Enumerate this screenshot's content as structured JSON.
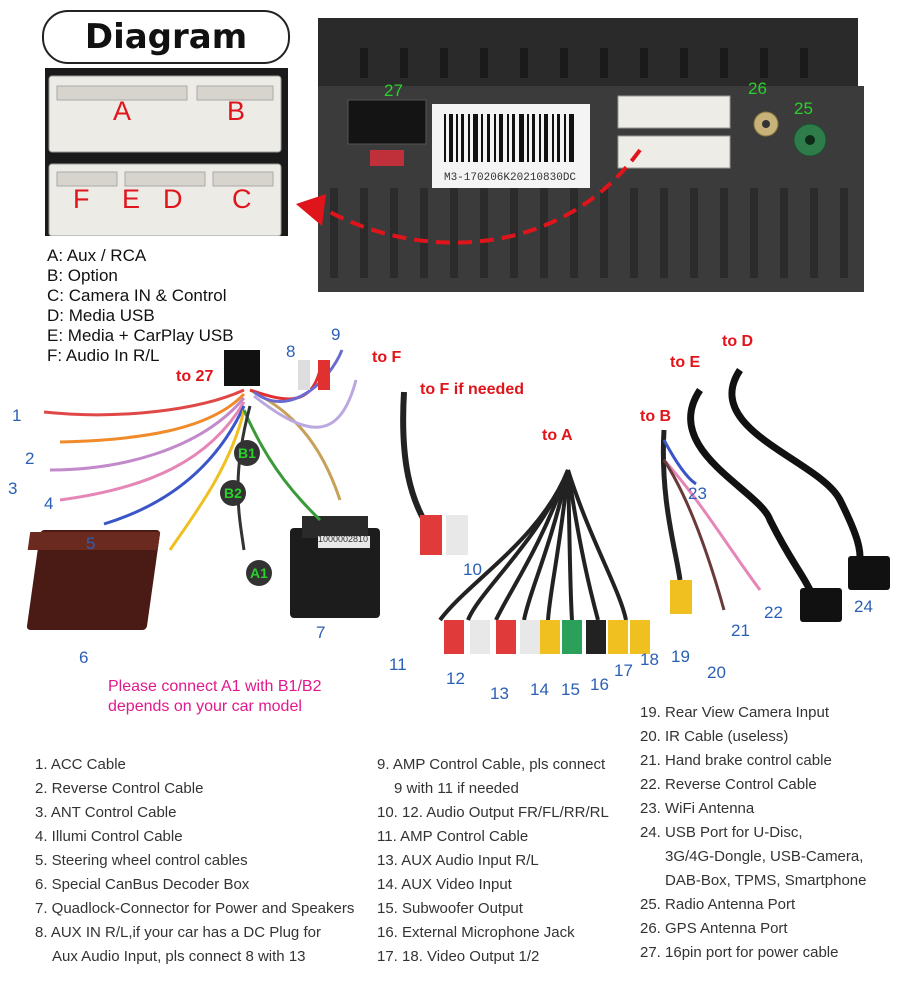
{
  "title": "Diagram",
  "connector_letters": [
    "A",
    "B",
    "F",
    "E",
    "D",
    "C"
  ],
  "legend": [
    "A: Aux / RCA",
    "B: Option",
    "C: Camera IN & Control",
    "D: Media USB",
    "E: Media + CarPlay USB",
    "F: Audio In R/L"
  ],
  "head_unit": {
    "port_27": "27",
    "port_26": "26",
    "port_25": "25",
    "serial": "M3-170206K20210830DC"
  },
  "labels": {
    "to_27": "to 27",
    "to_f": "to F",
    "to_f_if_needed": "to F if needed",
    "to_a": "to A",
    "to_b": "to B",
    "to_e": "to E",
    "to_d": "to D",
    "b1": "B1",
    "b2": "B2",
    "a1": "A1",
    "box_code": "1000002810"
  },
  "numbers": [
    "1",
    "2",
    "3",
    "4",
    "5",
    "6",
    "7",
    "8",
    "9",
    "10",
    "11",
    "12",
    "13",
    "14",
    "15",
    "16",
    "17",
    "18",
    "19",
    "20",
    "21",
    "22",
    "23",
    "24"
  ],
  "note": [
    "Please connect A1 with B1/B2",
    "depends on your car model"
  ],
  "list_col1": [
    "1. ACC Cable",
    "2. Reverse Control Cable",
    "3. ANT Control Cable",
    "4. Illumi Control Cable",
    "5. Steering wheel control cables",
    "6. Special CanBus Decoder Box",
    "7. Quadlock-Connector for Power and Speakers",
    "8. AUX IN R/L,if your car has a DC Plug for",
    "Aux Audio Input, pls connect 8 with 13"
  ],
  "list_col2": [
    "9. AMP Control Cable, pls connect",
    "9 with 11 if needed",
    "10. 12. Audio Output FR/FL/RR/RL",
    "11. AMP Control Cable",
    "13. AUX Audio Input R/L",
    "14. AUX Video Input",
    "15. Subwoofer Output",
    "16. External Microphone Jack",
    "17. 18. Video Output 1/2"
  ],
  "list_col3": [
    "19. Rear View Camera Input",
    "20. IR Cable (useless)",
    "21. Hand brake control cable",
    "22. Reverse Control Cable",
    "23. WiFi Antenna",
    "24. USB Port for U-Disc,",
    "3G/4G-Dongle, USB-Camera,",
    "DAB-Box, TPMS, Smartphone",
    "25. Radio Antenna Port",
    "26. GPS Antenna Port",
    "27. 16pin port for power cable"
  ]
}
